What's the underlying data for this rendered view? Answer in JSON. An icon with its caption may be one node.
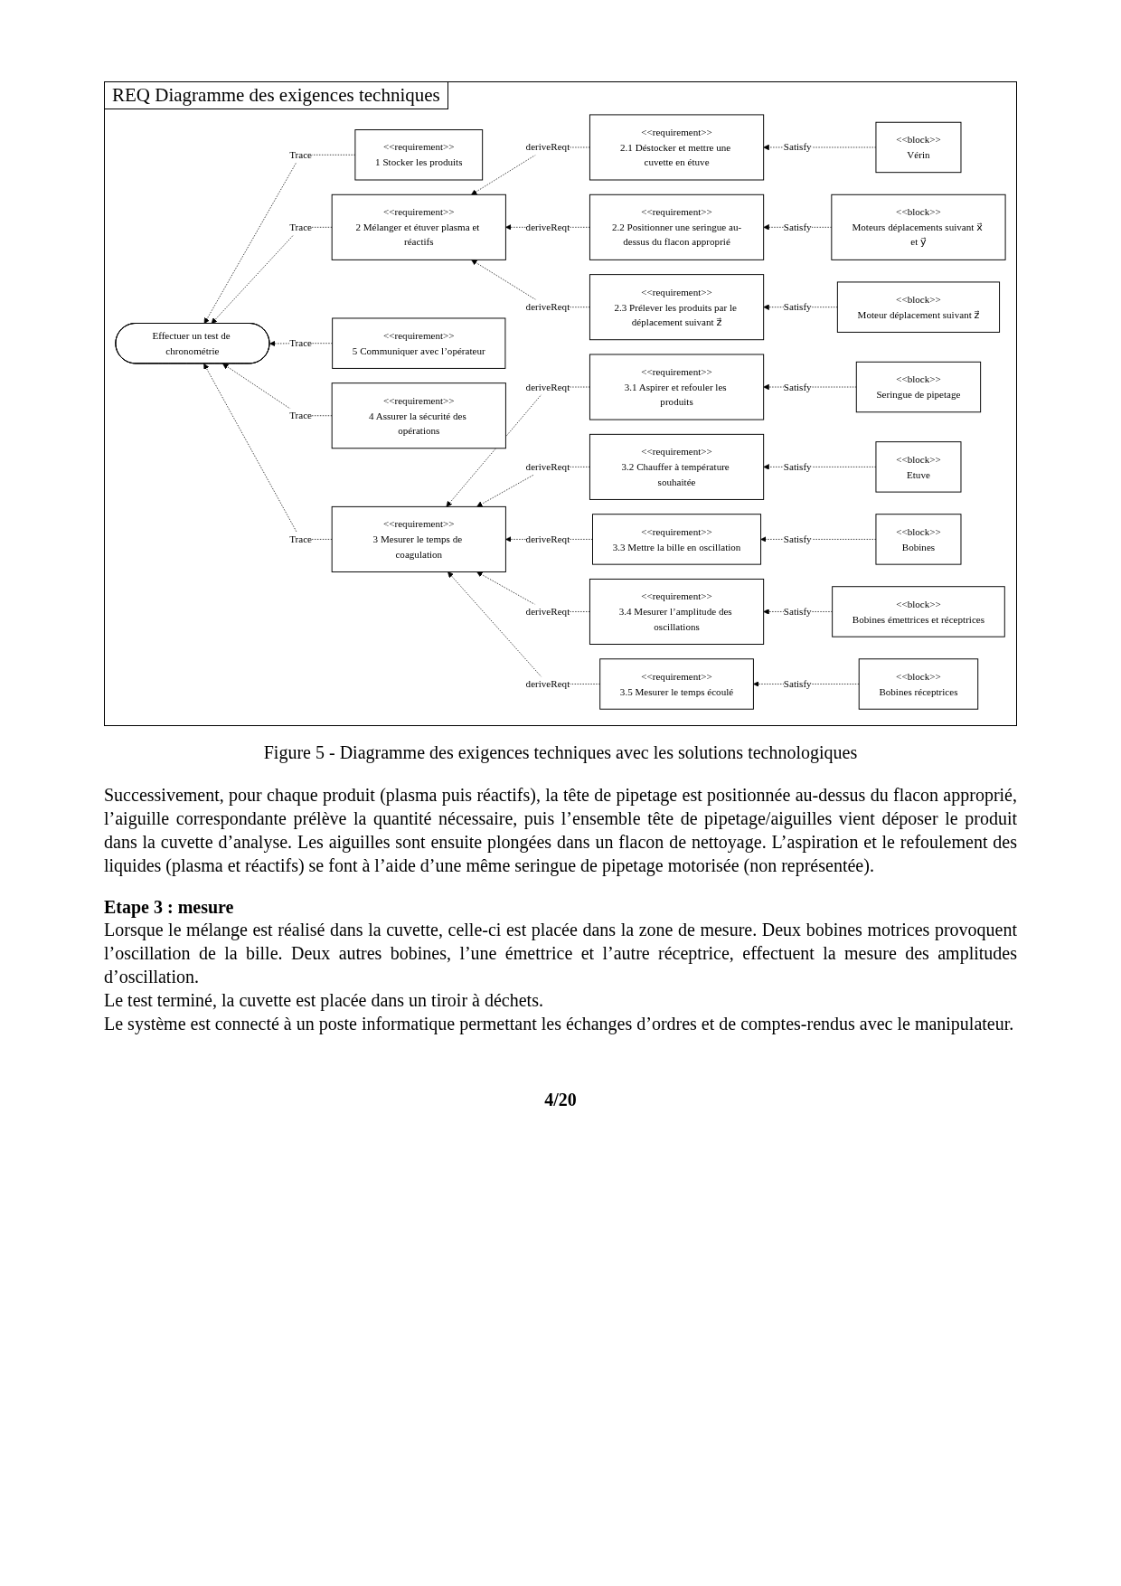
{
  "diagram": {
    "title": "REQ Diagramme des exigences techniques",
    "caption": "Figure 5 - Diagramme des exigences techniques avec les solutions technologiques",
    "nodes": [
      {
        "text": [
          "<<requirement>>",
          "2.1 Déstocker et mettre une cuvette en étuve"
        ]
      },
      {
        "text": [
          "<<block>>",
          "Vérin"
        ]
      },
      {
        "text": [
          "<<requirement>>",
          "2.2 Positionner une seringue au-dessus du flacon approprié"
        ]
      },
      {
        "text": [
          "<<block>>",
          "Moteurs déplacements suivant x⃗ et y⃗"
        ]
      },
      {
        "text": [
          "<<requirement>>",
          "2.3 Prélever les produits par le déplacement suivant z⃗"
        ]
      },
      {
        "text": [
          "<<block>>",
          "Moteur déplacement suivant z⃗"
        ]
      },
      {
        "text": [
          "<<requirement>>",
          "1 Stocker les produits"
        ]
      },
      {
        "text": [
          "<<requirement>>",
          "2 Mélanger et étuver plasma et réactifs"
        ]
      },
      {
        "text": [
          "<<requirement>>",
          "5 Communiquer avec l’opérateur"
        ]
      },
      {
        "text": [
          "Effectuer un test de chronométrie"
        ]
      },
      {
        "text": [
          "<<requirement>>",
          "4 Assurer la sécurité des opérations"
        ]
      },
      {
        "text": [
          "<<requirement>>",
          "3 Mesurer le temps de coagulation"
        ]
      },
      {
        "text": [
          "<<requirement>>",
          "3.1 Aspirer et refouler les produits"
        ]
      },
      {
        "text": [
          "<<block>>",
          "Seringue de pipetage"
        ]
      },
      {
        "text": [
          "<<requirement>>",
          "3.2 Chauffer à température souhaitée"
        ]
      },
      {
        "text": [
          "<<block>>",
          "Etuve"
        ]
      },
      {
        "text": [
          "<<requirement>>",
          "3.3 Mettre la bille en oscillation"
        ]
      },
      {
        "text": [
          "<<block>>",
          "Bobines"
        ]
      },
      {
        "text": [
          "<<requirement>>",
          "3.4 Mesurer l’amplitude des oscillations"
        ]
      },
      {
        "text": [
          "<<block>>",
          "Bobines émettrices et réceptrices"
        ]
      },
      {
        "text": [
          "<<requirement>>",
          "3.5 Mesurer le temps écoulé"
        ]
      },
      {
        "text": [
          "<<block>>",
          "Bobines réceptrices"
        ]
      }
    ],
    "edges": [
      {
        "from": 1,
        "to": 0,
        "arrow": "to",
        "label": "Satisfy",
        "style": "dashed"
      },
      {
        "from": 3,
        "to": 2,
        "arrow": "to",
        "label": "Satisfy",
        "style": "dashed"
      },
      {
        "from": 5,
        "to": 4,
        "arrow": "to",
        "label": "Satisfy",
        "style": "dashed"
      },
      {
        "from": 0,
        "to": 7,
        "arrow": "to",
        "label": "deriveReqt",
        "style": "dashed"
      },
      {
        "from": 2,
        "to": 7,
        "arrow": "to",
        "label": "deriveReqt",
        "style": "dashed"
      },
      {
        "from": 4,
        "to": 7,
        "arrow": "to",
        "label": "deriveReqt",
        "style": "dashed"
      },
      {
        "from": 6,
        "to": 9,
        "arrow": "to",
        "label": "Trace",
        "style": "dashed"
      },
      {
        "from": 7,
        "to": 9,
        "arrow": "to",
        "label": "Trace",
        "style": "dashed"
      },
      {
        "from": 8,
        "to": 9,
        "arrow": "to",
        "label": "Trace",
        "style": "dashed"
      },
      {
        "from": 10,
        "to": 9,
        "arrow": "to",
        "label": "Trace",
        "style": "dashed"
      },
      {
        "from": 11,
        "to": 9,
        "arrow": "to",
        "label": "Trace",
        "style": "dashed"
      },
      {
        "from": 12,
        "to": 11,
        "arrow": "to",
        "label": "deriveReqt",
        "style": "dashed"
      },
      {
        "from": 14,
        "to": 11,
        "arrow": "to",
        "label": "deriveReqt",
        "style": "dashed"
      },
      {
        "from": 16,
        "to": 11,
        "arrow": "to",
        "label": "deriveReqt",
        "style": "dashed"
      },
      {
        "from": 18,
        "to": 11,
        "arrow": "to",
        "label": "deriveReqt",
        "style": "dashed"
      },
      {
        "from": 20,
        "to": 11,
        "arrow": "to",
        "label": "deriveReqt",
        "style": "dashed"
      },
      {
        "from": 13,
        "to": 12,
        "arrow": "to",
        "label": "Satisfy",
        "style": "dashed"
      },
      {
        "from": 15,
        "to": 14,
        "arrow": "to",
        "label": "Satisfy",
        "style": "dashed"
      },
      {
        "from": 17,
        "to": 16,
        "arrow": "to",
        "label": "Satisfy",
        "style": "dashed"
      },
      {
        "from": 19,
        "to": 18,
        "arrow": "to",
        "label": "Satisfy",
        "style": "dashed"
      },
      {
        "from": 21,
        "to": 20,
        "arrow": "to",
        "label": "Satisfy",
        "style": "dashed"
      }
    ],
    "labels": [
      "Successivement, pour chaque produit (plasma puis réactifs), la tête de pipetage est positionnée au-dessus du flacon approprié, l’aiguille correspondante prélève la quantité nécessaire, puis l’ensemble tête de pipetage/aiguilles vient déposer le produit dans la cuvette d’analyse. Les aiguilles sont ensuite plongées dans un flacon de nettoyage. L’aspiration et le refoulement des liquides (plasma et réactifs) se font à l’aide d’une même seringue de pipetage motorisée (non représentée).",
      "Etape 3 : mesure",
      "Lorsque le mélange est réalisé dans la cuvette, celle-ci est placée dans la zone de mesure. Deux bobines motrices provoquent l’oscillation de la bille. Deux autres bobines, l’une émettrice et l’autre réceptrice, effectuent la mesure des amplitudes d’oscillation.",
      "Le test terminé, la cuvette est placée dans un tiroir à déchets.",
      "Le système est connecté à un poste informatique permettant les échanges d’ordres et de comptes-rendus avec le manipulateur.",
      "4/20"
    ]
  }
}
